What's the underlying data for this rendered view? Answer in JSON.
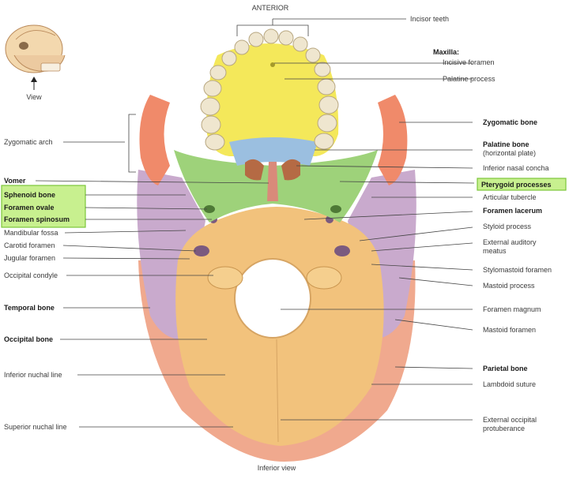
{
  "header": {
    "anterior": "ANTERIOR"
  },
  "footer": {
    "view_caption": "Inferior view"
  },
  "inset": {
    "view_label": "View"
  },
  "labels_right": [
    {
      "id": "incisor-teeth",
      "text": "Incisor teeth",
      "bold": false
    },
    {
      "id": "maxilla",
      "text": "Maxilla:",
      "bold": true
    },
    {
      "id": "incisive-foramen",
      "text": "Incisive foramen",
      "bold": false
    },
    {
      "id": "palatine-process",
      "text": "Palatine process",
      "bold": false
    },
    {
      "id": "zygomatic-bone",
      "text": "Zygomatic bone",
      "bold": true
    },
    {
      "id": "palatine-bone",
      "text": "Palatine bone",
      "bold": true
    },
    {
      "id": "horizontal-plate",
      "text": "(horizontal plate)",
      "bold": false
    },
    {
      "id": "inferior-nasal-concha",
      "text": "Inferior nasal concha",
      "bold": false
    },
    {
      "id": "pterygoid-processes",
      "text": "Pterygoid processes",
      "bold": true,
      "highlight": true
    },
    {
      "id": "articular-tubercle",
      "text": "Articular tubercle",
      "bold": false
    },
    {
      "id": "foramen-lacerum",
      "text": "Foramen lacerum",
      "bold": true
    },
    {
      "id": "styloid-process",
      "text": "Styloid process",
      "bold": false
    },
    {
      "id": "external-auditory",
      "text": "External auditory",
      "bold": false
    },
    {
      "id": "meatus",
      "text": "meatus",
      "bold": false
    },
    {
      "id": "stylomastoid-foramen",
      "text": "Stylomastoid foramen",
      "bold": false
    },
    {
      "id": "mastoid-process",
      "text": "Mastoid process",
      "bold": false
    },
    {
      "id": "foramen-magnum",
      "text": "Foramen magnum",
      "bold": false
    },
    {
      "id": "mastoid-foramen",
      "text": "Mastoid foramen",
      "bold": false
    },
    {
      "id": "parietal-bone",
      "text": "Parietal bone",
      "bold": true
    },
    {
      "id": "lambdoid-suture",
      "text": "Lambdoid suture",
      "bold": false
    },
    {
      "id": "external-occipital",
      "text": "External occipital",
      "bold": false
    },
    {
      "id": "protuberance",
      "text": "protuberance",
      "bold": false
    }
  ],
  "labels_left": [
    {
      "id": "zygomatic-arch",
      "text": "Zygomatic arch",
      "bold": false
    },
    {
      "id": "vomer",
      "text": "Vomer",
      "bold": true
    },
    {
      "id": "sphenoid-bone",
      "text": "Sphenoid bone",
      "bold": true,
      "highlight": true
    },
    {
      "id": "foramen-ovale",
      "text": "Foramen ovale",
      "bold": true,
      "highlight": true
    },
    {
      "id": "foramen-spinosum",
      "text": "Foramen spinosum",
      "bold": true,
      "highlight": true
    },
    {
      "id": "mandibular-fossa",
      "text": "Mandibular fossa",
      "bold": false
    },
    {
      "id": "carotid-foramen",
      "text": "Carotid foramen",
      "bold": false
    },
    {
      "id": "jugular-foramen",
      "text": "Jugular foramen",
      "bold": false
    },
    {
      "id": "occipital-condyle",
      "text": "Occipital condyle",
      "bold": false
    },
    {
      "id": "temporal-bone",
      "text": "Temporal bone",
      "bold": true
    },
    {
      "id": "occipital-bone",
      "text": "Occipital bone",
      "bold": true
    },
    {
      "id": "inferior-nuchal-line",
      "text": "Inferior nuchal line",
      "bold": false
    },
    {
      "id": "superior-nuchal-line",
      "text": "Superior nuchal line",
      "bold": false
    }
  ],
  "colors": {
    "maxilla": "#f4e85a",
    "palatine": "#9bbfe0",
    "zygomatic": "#f08a6a",
    "sphenoid": "#9ed27a",
    "temporal": "#c9aacd",
    "occipital": "#f2c27c",
    "parietal": "#f0a98e",
    "vomer": "#d98a7a",
    "teeth": "#efe6cf",
    "highlight_fill": "#c8f08f",
    "highlight_border": "#7cc63a"
  }
}
